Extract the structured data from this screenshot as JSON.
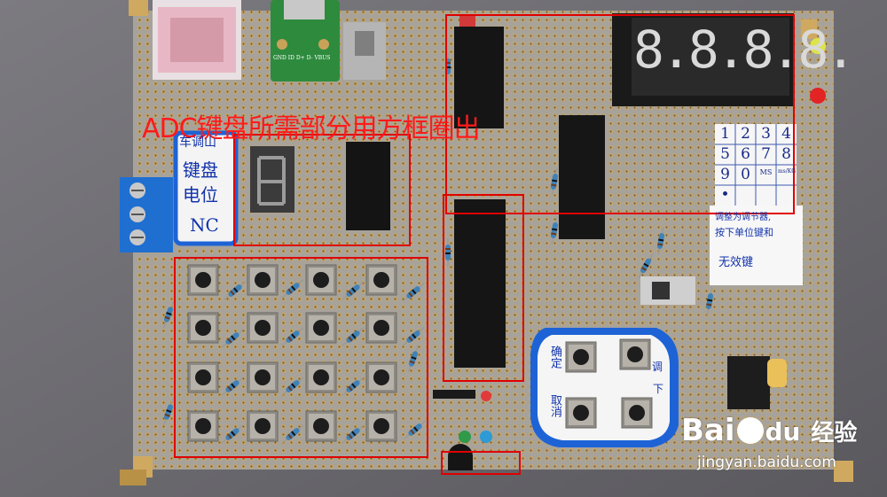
{
  "annotation": {
    "text": "ADC键盘所需部分用方框圈出",
    "color": "#ff1a1a"
  },
  "left_label": {
    "top": "车调山",
    "line1": "键盘",
    "line2": "电位",
    "nc": "NC"
  },
  "keypad_label": {
    "rows": [
      [
        "1",
        "2",
        "3",
        "4"
      ],
      [
        "5",
        "6",
        "7",
        "8"
      ],
      [
        "9",
        "0",
        "MS",
        "ms/KG"
      ],
      [
        "•",
        "",
        "",
        ""
      ]
    ]
  },
  "note_label": {
    "line1": "调整为调节器,",
    "line2": "按下单位键和",
    "line3": "无效键"
  },
  "right_keys_label": {
    "confirm": "确定",
    "cancel": "取消",
    "right_mark": "下",
    "right_mark_2": "调"
  },
  "usb_module": {
    "pins": "GND ID D+ D- VBUS"
  },
  "display": {
    "digits": "8.8.8.8."
  },
  "watermark": {
    "brand": "Bai",
    "brand_cn": "经验",
    "url": "jingyan.baidu.com"
  },
  "colors": {
    "board": "#a6a29a",
    "box": "#e00000",
    "tape": "#1e63d6"
  }
}
